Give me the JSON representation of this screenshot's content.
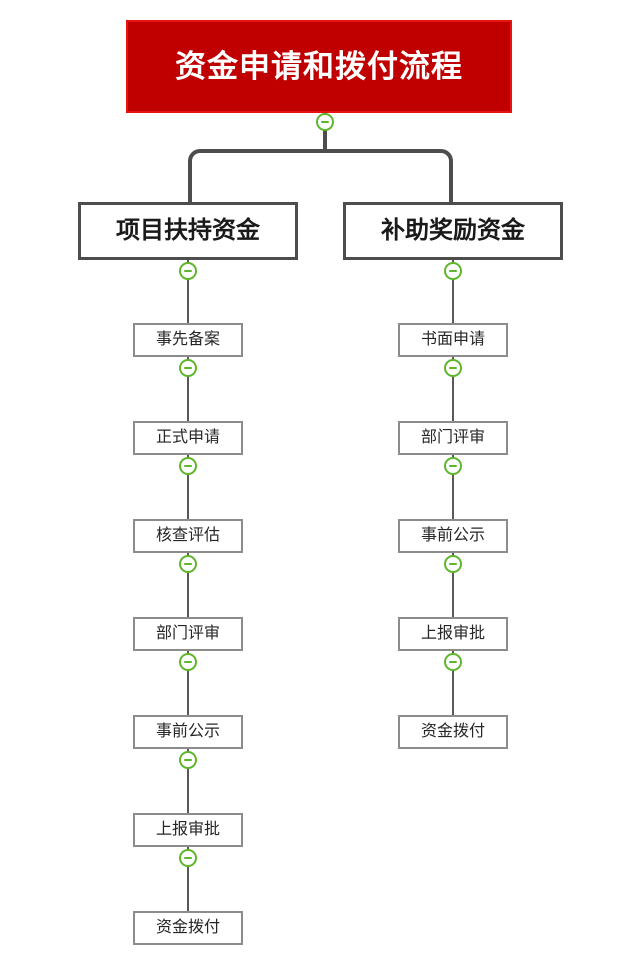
{
  "diagram": {
    "title": "资金申请和拨付流程",
    "title_color": "#c00000",
    "title_text_color": "#ffffff",
    "toggle_color": "#5eb62b",
    "branch_border_color": "#4d4d4d",
    "leaf_border_color": "#8c8c8c",
    "connector_color": "#4d4d4d"
  },
  "branches": [
    {
      "id": "left",
      "label": "项目扶持资金",
      "steps": [
        {
          "label": "事先备案"
        },
        {
          "label": "正式申请"
        },
        {
          "label": "核查评估"
        },
        {
          "label": "部门评审"
        },
        {
          "label": "事前公示"
        },
        {
          "label": "上报审批"
        },
        {
          "label": "资金拨付"
        }
      ]
    },
    {
      "id": "right",
      "label": "补助奖励资金",
      "steps": [
        {
          "label": "书面申请"
        },
        {
          "label": "部门评审"
        },
        {
          "label": "事前公示"
        },
        {
          "label": "上报审批"
        },
        {
          "label": "资金拨付"
        }
      ]
    }
  ],
  "toggles": {
    "root_label": "collapse",
    "minus_glyph": "−"
  }
}
